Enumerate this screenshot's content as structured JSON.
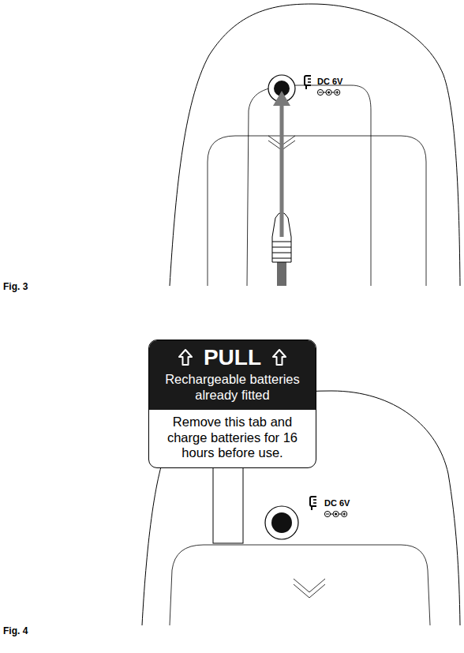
{
  "diagram": {
    "nodes": [
      {
        "text": [
          "Remove this tab and charge batteries for 16 hours before use."
        ]
      },
      {
        "text": [
          "PULL",
          "Rechargeable batteries already fitted"
        ],
        "in": 0
      }
    ],
    "labels": [
      "DC 6V",
      "Fig. 3",
      "DC 6V",
      "Fig. 4"
    ]
  }
}
